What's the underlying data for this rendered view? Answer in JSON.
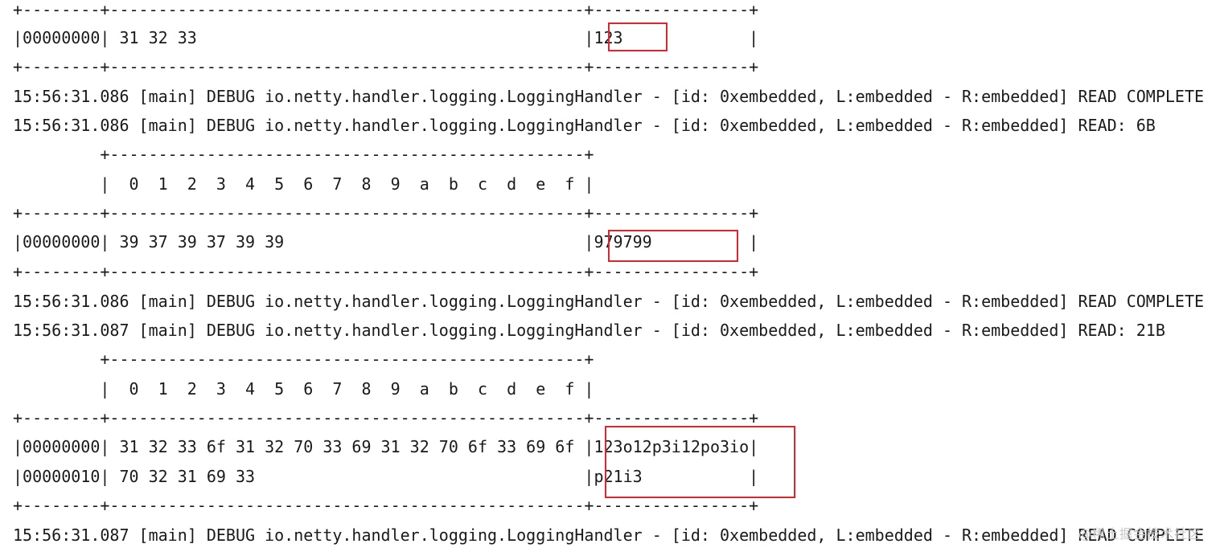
{
  "console": {
    "lines": [
      "+--------+-------------------------------------------------+----------------+",
      "|00000000| 31 32 33                                        |123             |",
      "+--------+-------------------------------------------------+----------------+",
      "15:56:31.086 [main] DEBUG io.netty.handler.logging.LoggingHandler - [id: 0xembedded, L:embedded - R:embedded] READ COMPLETE",
      "15:56:31.086 [main] DEBUG io.netty.handler.logging.LoggingHandler - [id: 0xembedded, L:embedded - R:embedded] READ: 6B",
      "         +-------------------------------------------------+",
      "         |  0  1  2  3  4  5  6  7  8  9  a  b  c  d  e  f |",
      "+--------+-------------------------------------------------+----------------+",
      "|00000000| 39 37 39 37 39 39                               |979799          |",
      "+--------+-------------------------------------------------+----------------+",
      "15:56:31.086 [main] DEBUG io.netty.handler.logging.LoggingHandler - [id: 0xembedded, L:embedded - R:embedded] READ COMPLETE",
      "15:56:31.087 [main] DEBUG io.netty.handler.logging.LoggingHandler - [id: 0xembedded, L:embedded - R:embedded] READ: 21B",
      "         +-------------------------------------------------+",
      "         |  0  1  2  3  4  5  6  7  8  9  a  b  c  d  e  f |",
      "+--------+-------------------------------------------------+----------------+",
      "|00000000| 31 32 33 6f 31 32 70 33 69 31 32 70 6f 33 69 6f |123o12p3i12po3io|",
      "|00000010| 70 32 31 69 33                                  |p21i3           |",
      "+--------+-------------------------------------------------+----------------+",
      "15:56:31.087 [main] DEBUG io.netty.handler.logging.LoggingHandler - [id: 0xembedded, L:embedded - R:embedded] READ COMPLETE"
    ]
  },
  "watermark": "@稀土掘金技术社区",
  "colors": {
    "background": "#ffffff",
    "text": "#1a1a1a",
    "highlight_border": "#d7282f",
    "watermark": "#c9c9c9"
  }
}
